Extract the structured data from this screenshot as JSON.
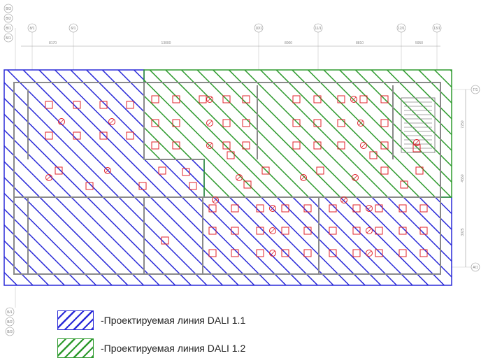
{
  "colors": {
    "dali_1_1": "#2a2ad8",
    "dali_1_2": "#2e9a2e",
    "fixture": "#e0202a",
    "walls": "#8a8a8a",
    "grid": "#b0b0b0"
  },
  "axes": {
    "top": [
      "8/1",
      "6/1",
      "10/1",
      "11/1",
      "12/1",
      "13/1"
    ],
    "left_top": [
      "B/3",
      "B/2",
      "B/1",
      "Б/1"
    ],
    "left_bottom": [
      "Б/1",
      "В/2",
      "В/3"
    ],
    "right": [
      "Г/1",
      "А/1"
    ]
  },
  "dimensions": {
    "top": [
      "8170",
      "13000",
      "8000",
      "8810",
      "5950"
    ],
    "right": [
      "7250",
      "4550",
      "3025"
    ]
  },
  "legend": [
    {
      "label": "-Проектируемая линия DALI 1.1",
      "color_key": "dali_1_1"
    },
    {
      "label": "-Проектируемая линия DALI 1.2",
      "color_key": "dali_1_2"
    }
  ]
}
